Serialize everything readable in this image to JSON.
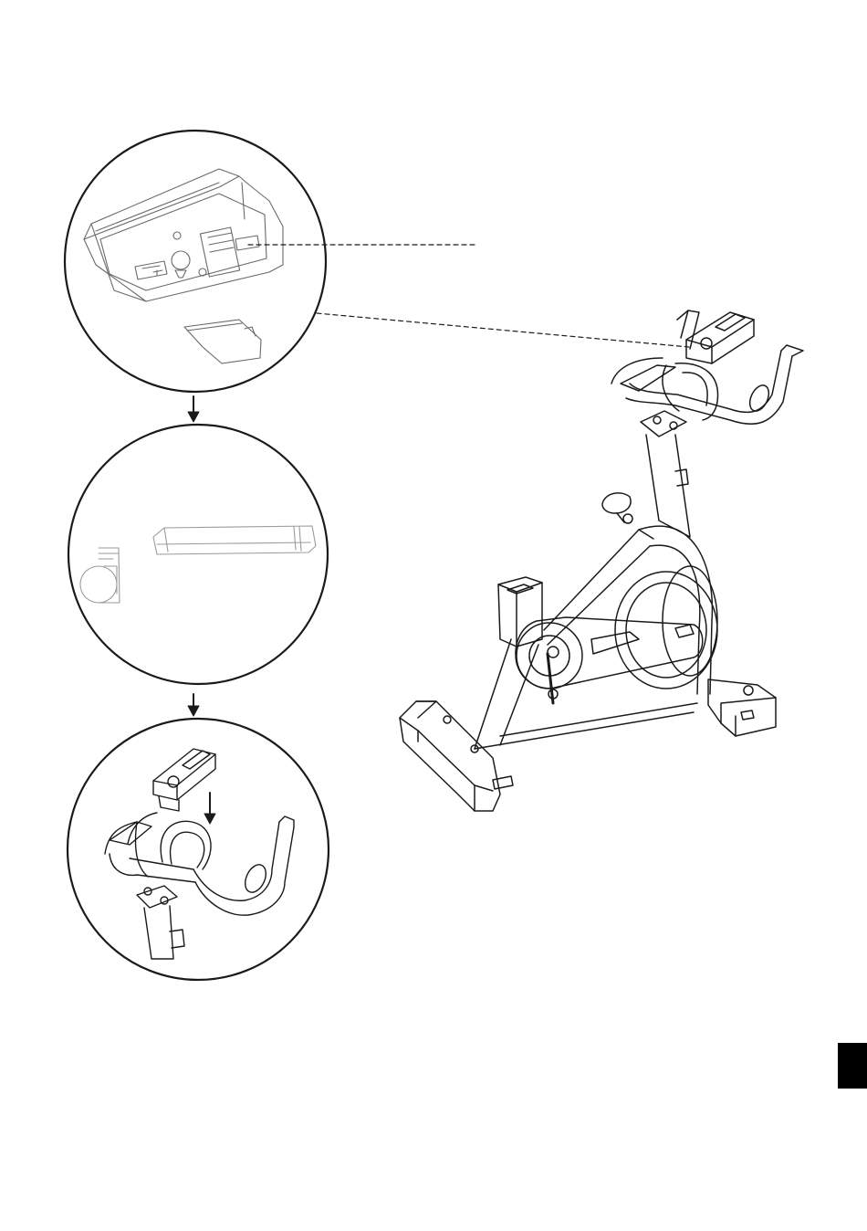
{
  "page": {
    "colors": {
      "ink": "#1a1a1a",
      "faint": "#8a8a8a",
      "paper": "#ffffff",
      "tab": "#000000"
    },
    "icons": [
      "step-arrow-down-icon",
      "step-arrow-down-icon",
      "insert-arrow-down-icon"
    ],
    "figures": [
      "detail-console-bracket",
      "detail-battery-parts",
      "detail-console-mounting",
      "exercise-bike"
    ]
  }
}
